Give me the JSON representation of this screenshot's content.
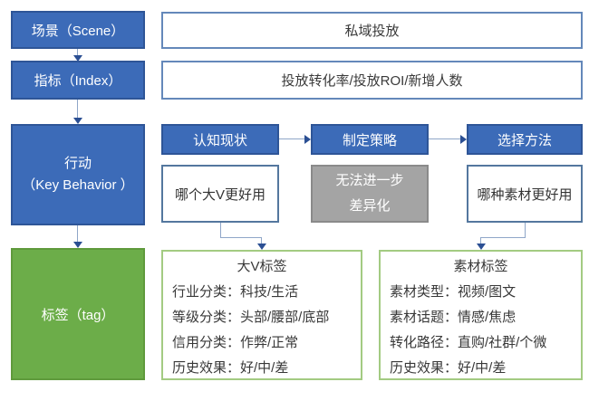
{
  "diagram": {
    "scene": {
      "label": "场景（Scene）",
      "value": "私域投放"
    },
    "index": {
      "label": "指标（Index）",
      "value": "投放转化率/投放ROI/新增人数"
    },
    "behavior": {
      "label": "行动\n（Key Behavior ）",
      "steps": [
        {
          "title": "认知现状",
          "note": "哪个大V更好用"
        },
        {
          "title": "制定策略",
          "note": "无法进一步\n差异化"
        },
        {
          "title": "选择方法",
          "note": "哪种素材更好用"
        }
      ]
    },
    "tag": {
      "label": "标签（tag）",
      "groups": [
        {
          "title": "大V标签",
          "items": [
            "行业分类：科技/生活",
            "等级分类：头部/腰部/底部",
            "信用分类：作弊/正常",
            "历史效果：好/中/差"
          ]
        },
        {
          "title": "素材标签",
          "items": [
            "素材类型：视频/图文",
            "素材话题：情感/焦虑",
            "转化路径：直购/社群/个微",
            "历史效果：好/中/差"
          ]
        }
      ]
    }
  },
  "colors": {
    "blue_fill": "#3C6BB8",
    "blue_border": "#2E5597",
    "green_fill": "#6CAD49",
    "green_border": "#5F9A3C",
    "light_green_border": "#A3CB82",
    "gray_fill": "#A4A4A4",
    "gray_border": "#8A8A8A",
    "white_box_border": "#54779E",
    "value_box_border": "#6488BA",
    "connector_line": "#8FA6C8",
    "arrowhead": "#2B4F93",
    "text_dark": "#383838"
  }
}
